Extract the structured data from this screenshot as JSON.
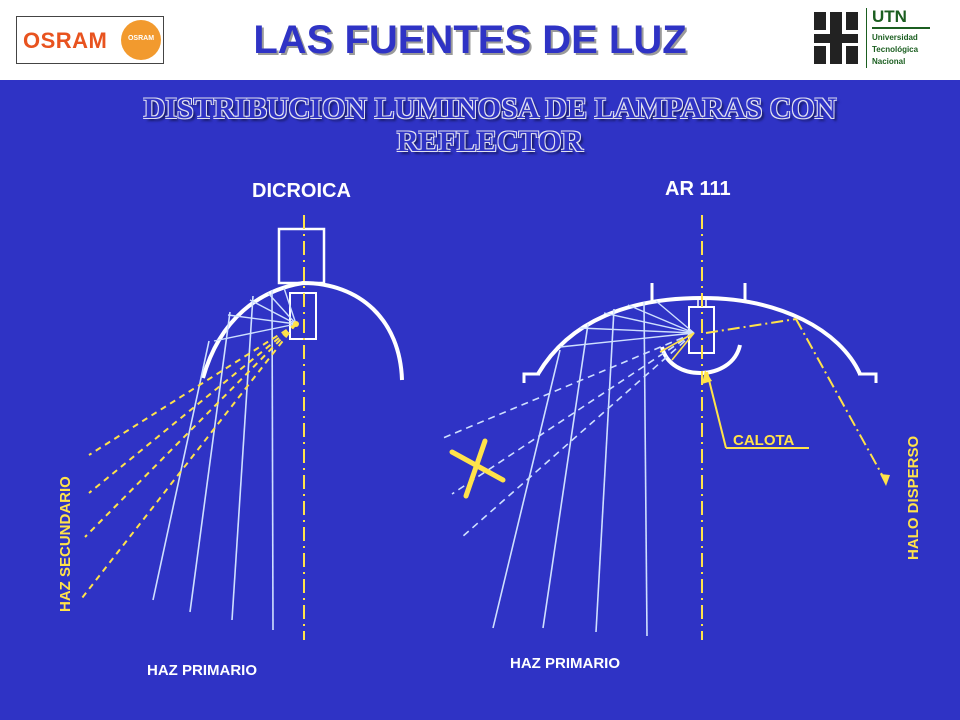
{
  "header": {
    "title": "LAS FUENTES DE LUZ",
    "left_logo": {
      "brand": "OSRAM",
      "badge": "OSRAM",
      "icon": "osram-bulb-icon",
      "color": "#E8531F"
    },
    "right_logo": {
      "icon": "utn-emblem-icon",
      "name": "UTN",
      "lines": [
        "Universidad",
        "Tecnológica",
        "Nacional"
      ],
      "color": "#1B5E20"
    }
  },
  "subtitle": [
    "DISTRIBUCION  LUMINOSA DE LAMPARAS CON",
    "REFLECTOR"
  ],
  "diagram_left": {
    "title": "DICROICA",
    "label_secondary": "HAZ SECUNDARIO",
    "label_primary": "HAZ PRIMARIO"
  },
  "diagram_right": {
    "title": "AR 111",
    "label_cap": "CALOTA",
    "label_halo": "HALO DISPERSO",
    "label_primary": "HAZ PRIMARIO",
    "cross_icon": "x-mark-icon"
  },
  "colors": {
    "background": "#2F33C5",
    "primary_rays": "#CFE0FF",
    "secondary_rays": "#FFE24A",
    "reflector": "#FFFFFF"
  }
}
